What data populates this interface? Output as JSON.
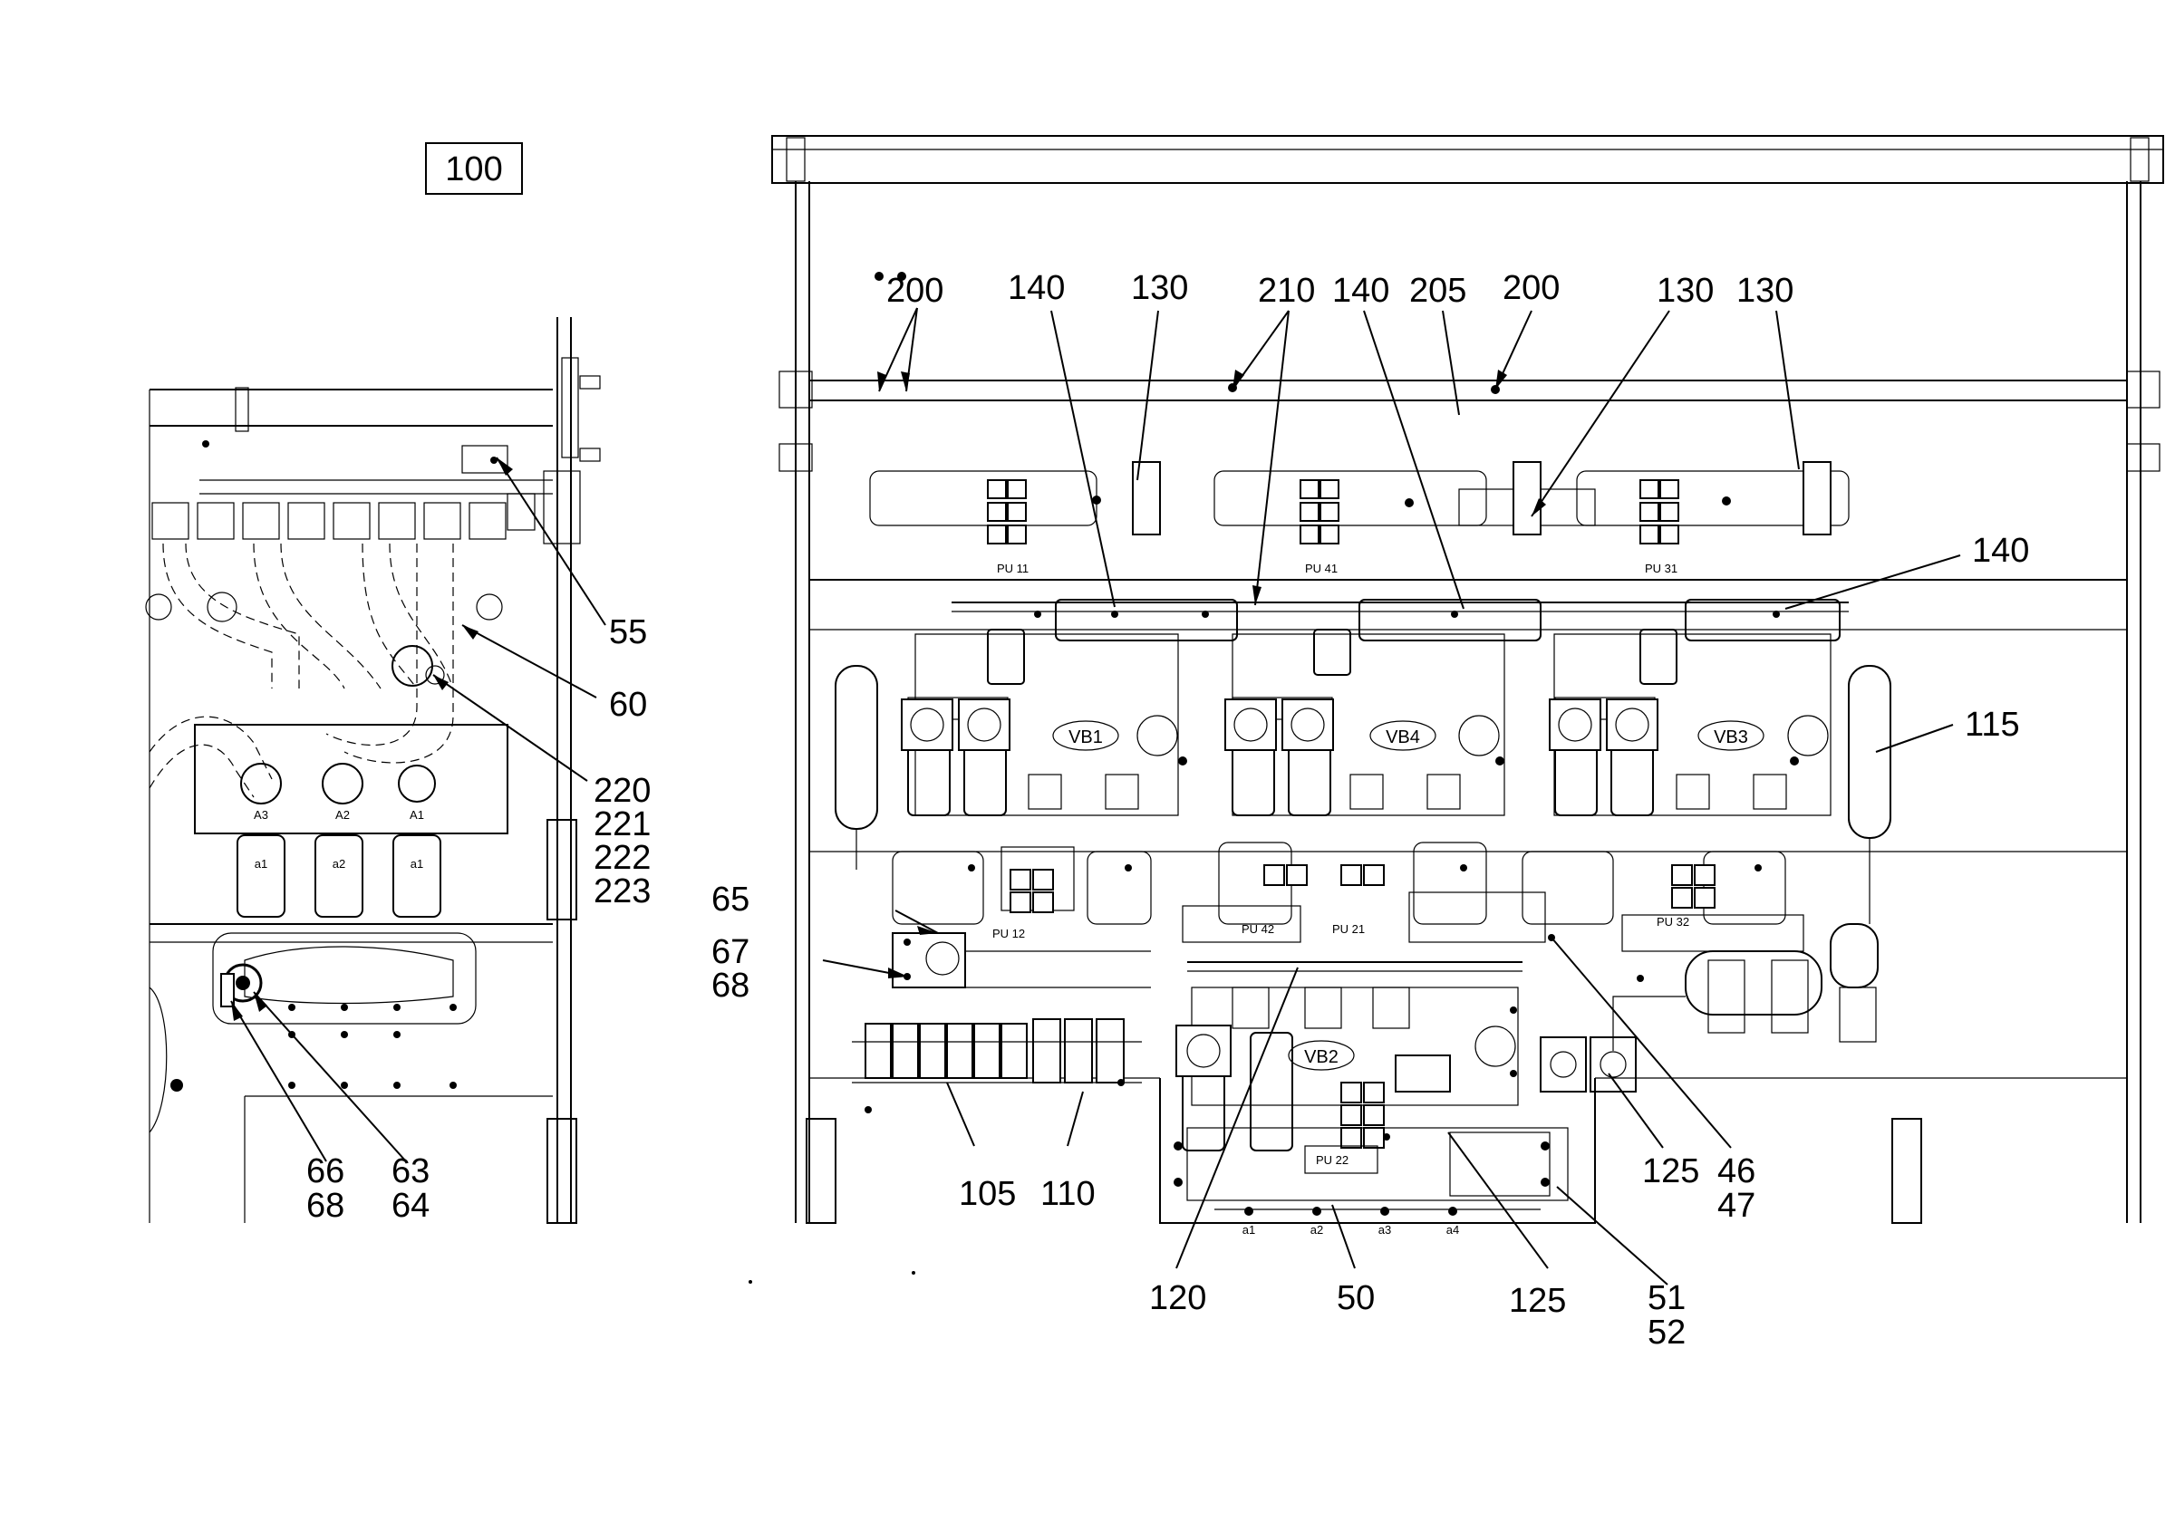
{
  "reference_box": {
    "label": "100"
  },
  "valve_block_labels": [
    "VB1",
    "VB4",
    "VB3",
    "VB2"
  ],
  "port_labels": {
    "left_view": [
      "A3",
      "A2",
      "A1",
      "a1",
      "a2",
      "a1"
    ],
    "bottom_manifold": [
      "a1",
      "a2",
      "a3",
      "a4"
    ]
  },
  "unit_plates": [
    "PU 11",
    "PU 41",
    "PU 31",
    "PU 12",
    "PU 42",
    "PU 21",
    "PU 32",
    "PU 22"
  ],
  "callouts": {
    "c100": "100",
    "c55": "55",
    "c60": "60",
    "c220": "220",
    "c221": "221",
    "c222": "222",
    "c223": "223",
    "c65": "65",
    "c67": "67",
    "c68a": "68",
    "c66": "66",
    "c68b": "68",
    "c63": "63",
    "c64": "64",
    "c200a": "200",
    "c140a": "140",
    "c130a": "130",
    "c210": "210",
    "c140b": "140",
    "c205": "205",
    "c200b": "200",
    "c130b": "130",
    "c130c": "130",
    "c140c": "140",
    "c115": "115",
    "c105": "105",
    "c110": "110",
    "c120": "120",
    "c50": "50",
    "c125a": "125",
    "c125b": "125",
    "c46": "46",
    "c47": "47",
    "c51": "51",
    "c52": "52"
  }
}
